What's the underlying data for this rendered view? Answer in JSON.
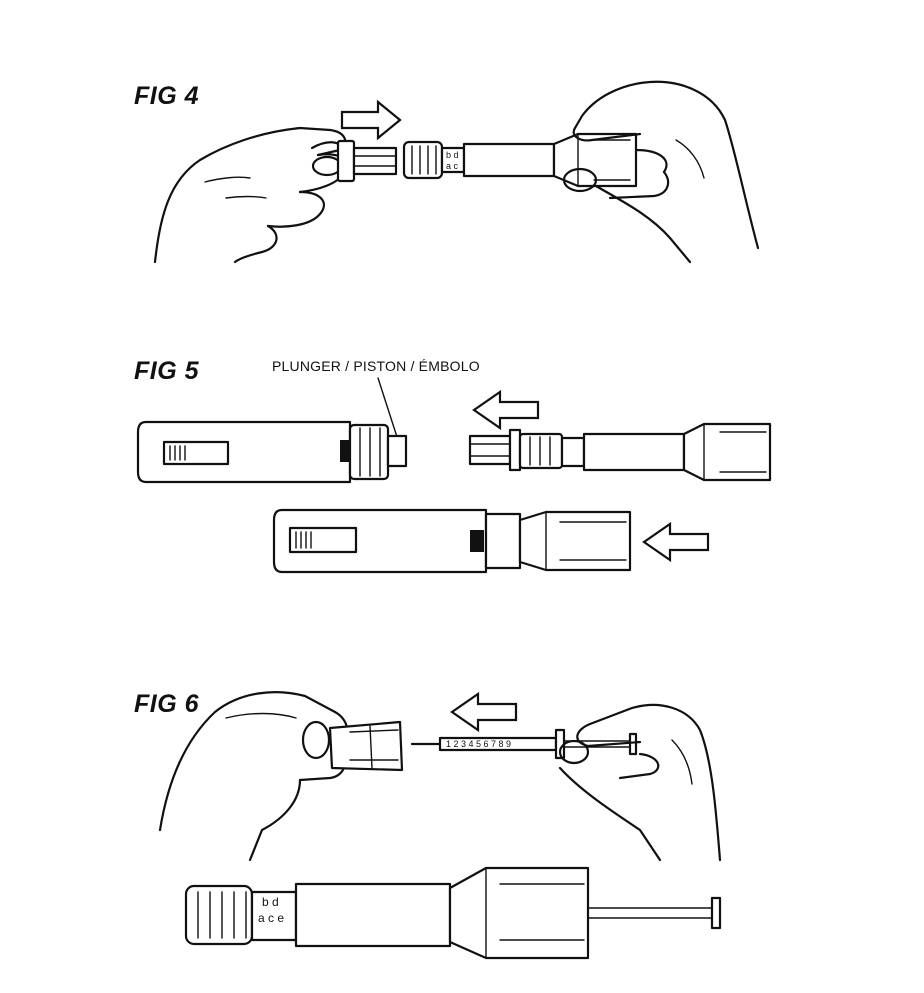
{
  "figures": [
    {
      "label": "FIG 4"
    },
    {
      "label": "FIG 5",
      "callout": "PLUNGER / PISTON / ÉMBOLO"
    },
    {
      "label": "FIG 6"
    }
  ],
  "icons": [
    "hand-icon",
    "arrow-right-icon",
    "arrow-left-icon",
    "injector-pen-icon",
    "syringe-icon",
    "plunger-icon"
  ],
  "colors": {
    "ink": "#111111",
    "paper": "#ffffff"
  }
}
